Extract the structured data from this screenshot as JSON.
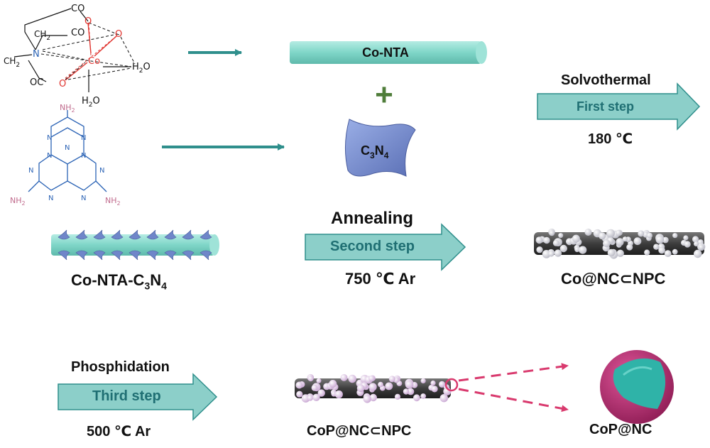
{
  "molecule_nta": {
    "groups": [
      "CO",
      "O",
      "CH2",
      "CO",
      "O",
      "N",
      "Co",
      "H2O",
      "CH2",
      "OC",
      "O",
      "H2O"
    ]
  },
  "molecule_melamine": {
    "amine_label": "NH2",
    "ring_atom": "N"
  },
  "reagents": {
    "rod_label": "Co-NTA",
    "plus": "+",
    "c3n4_label": "C3N4"
  },
  "steps": [
    {
      "method": "Solvothermal",
      "step": "First step",
      "condition": "180 ℃"
    },
    {
      "method": "Annealing",
      "step": "Second step",
      "condition": "750 ℃ Ar"
    },
    {
      "method": "Phosphidation",
      "step": "Third step",
      "condition": "500 ℃ Ar"
    }
  ],
  "products": {
    "intermediate": "Co-NTA-C3N4",
    "annealed": "Co@NC⊂NPC",
    "final": "CoP@NC⊂NPC",
    "zoom_partial": "CoP@NC"
  },
  "colors": {
    "teal_rod": "#7fd6c8",
    "arrow_fill": "#8ccfc9",
    "arrow_stroke": "#2f8f8c",
    "step_text": "#1f6f73",
    "bond_red": "#e0332e",
    "melamine_blue": "#2b63b5",
    "amine_pink": "#c06a8c",
    "c3n4_blue": "#6f86c9",
    "plus_green": "#4f7d3a",
    "zoom_pink": "#d93a6e",
    "sphere_magenta": "#b3276a",
    "sphere_core": "#2fb3a8"
  }
}
